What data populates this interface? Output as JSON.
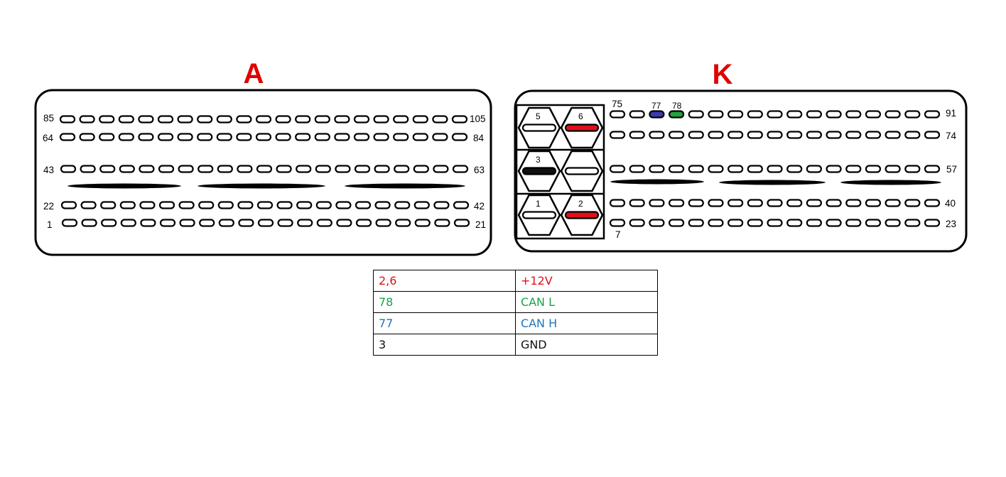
{
  "colors": {
    "title": "#e00000",
    "power": "#e0101a",
    "can_l": "#17a24a",
    "can_h": "#1f74c0",
    "gnd": "#111111",
    "pin77": "#3c3cb0",
    "pin78": "#21a33c"
  },
  "connector_a": {
    "title": "A",
    "row_labels": [
      {
        "left": "85",
        "right": "105"
      },
      {
        "left": "64",
        "right": "84"
      },
      {
        "left": "43",
        "right": "63"
      },
      {
        "left": "22",
        "right": "42"
      },
      {
        "left": "1",
        "right": "21"
      }
    ]
  },
  "connector_k": {
    "title": "K",
    "row_labels": [
      {
        "left": "75",
        "right": "91"
      },
      {
        "left": "",
        "right": "74"
      },
      {
        "left": "",
        "right": "57"
      },
      {
        "left": "",
        "right": "40"
      },
      {
        "left": "7",
        "right": "23"
      }
    ],
    "small_labels": [
      "77",
      "78"
    ],
    "power_pins": [
      {
        "label": "5",
        "slot": "white"
      },
      {
        "label": "6",
        "slot": "red"
      },
      {
        "label": "3",
        "slot": "black"
      },
      {
        "label": "",
        "slot": "white"
      },
      {
        "label": "1",
        "slot": "white"
      },
      {
        "label": "2",
        "slot": "red"
      }
    ]
  },
  "legend": [
    {
      "pins": "2,6",
      "signal": "+12V",
      "color": "#e0101a"
    },
    {
      "pins": "78",
      "signal": "CAN L",
      "color": "#17a24a"
    },
    {
      "pins": "77",
      "signal": "CAN H",
      "color": "#1f74c0"
    },
    {
      "pins": "3",
      "signal": "GND",
      "color": "#111111"
    }
  ]
}
